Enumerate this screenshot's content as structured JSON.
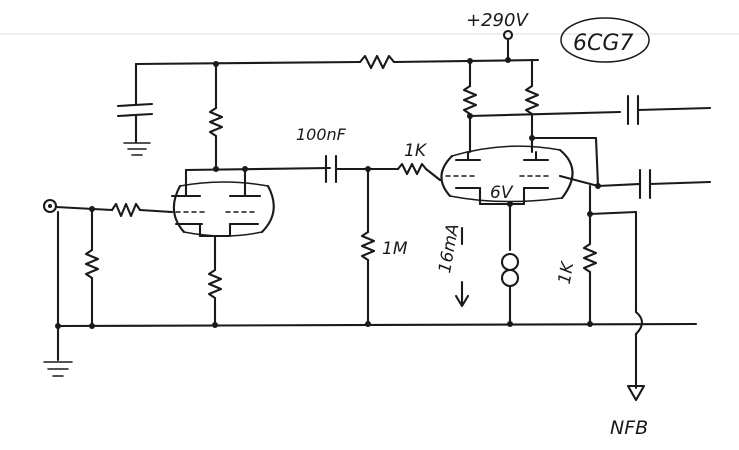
{
  "schematic": {
    "supply_label": "+290V",
    "tube_label": "6CG7",
    "cap_label": "100nF",
    "grid_res_label": "1K",
    "grid_leak_label": "1M",
    "cathode_voltage_label": "6V",
    "current_label": "16mA",
    "tail_res_label": "1K",
    "feedback_label": "NFB"
  },
  "colors": {
    "ink": "#1a1a1a",
    "paper": "#ffffff",
    "ruling": "#cfd4da"
  }
}
